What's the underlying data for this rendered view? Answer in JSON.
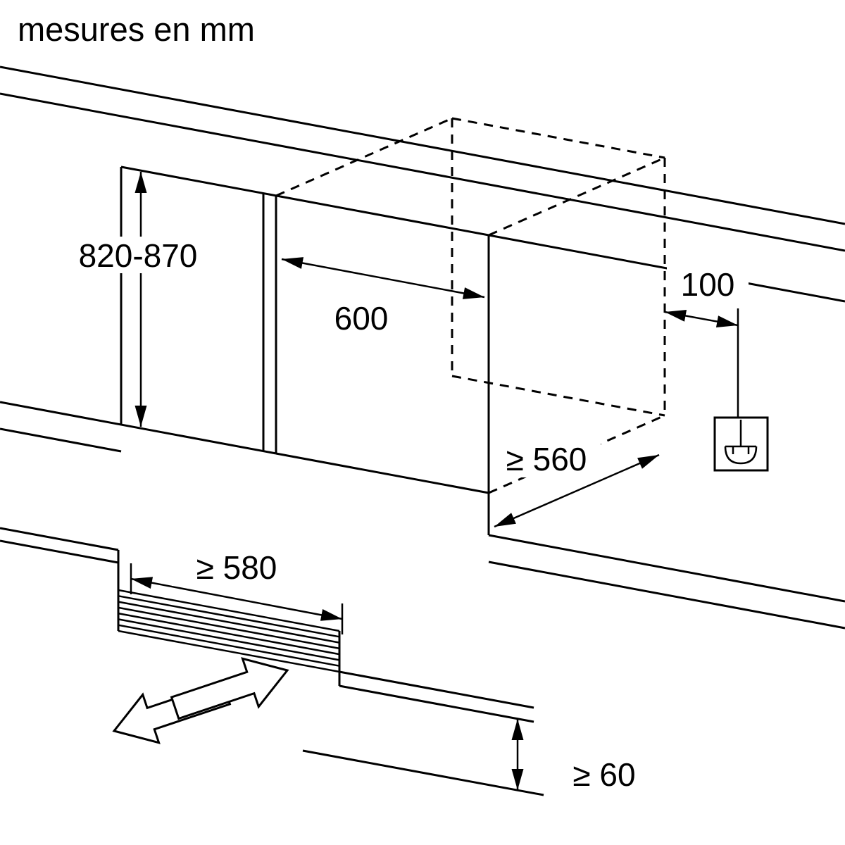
{
  "title": "mesures en mm",
  "diagram": {
    "unit": "mm",
    "dimensions": {
      "niche_height": "820-870",
      "niche_width": "600",
      "socket_offset": "100",
      "niche_depth": "≥ 560",
      "plinth_depth": "≥ 580",
      "plinth_clearance": "≥ 60"
    },
    "icons": {
      "socket": "power-socket-icon"
    },
    "colors": {
      "line": "#000000",
      "background": "#ffffff"
    }
  }
}
